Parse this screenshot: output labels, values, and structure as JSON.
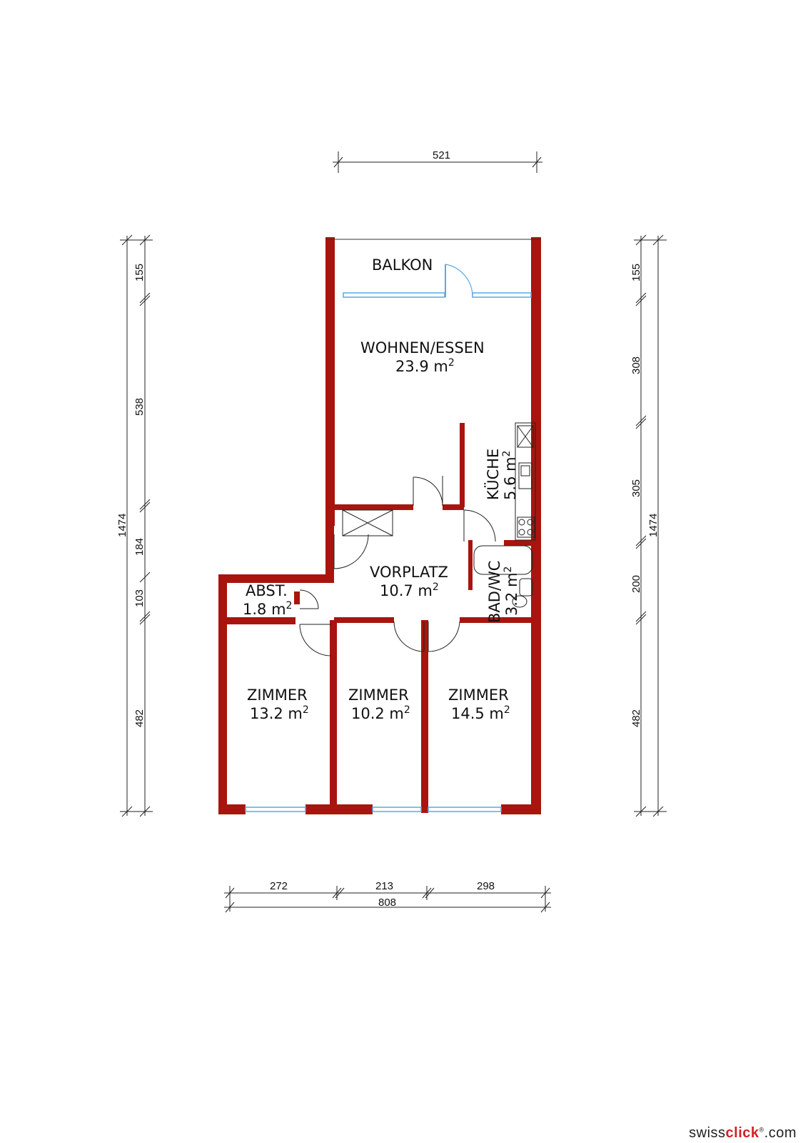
{
  "rooms": {
    "balkon": {
      "name": "BALKON"
    },
    "wohnen": {
      "name": "WOHNEN/ESSEN",
      "area": "23.9 m",
      "unit_sup": "2"
    },
    "kueche": {
      "name": "KÜCHE",
      "area": "5.6 m",
      "unit_sup": "2"
    },
    "vorplatz": {
      "name": "VORPLATZ",
      "area": "10.7 m",
      "unit_sup": "2"
    },
    "bad": {
      "name": "BAD/WC",
      "area": "3.2 m",
      "unit_sup": "2"
    },
    "abst": {
      "name": "ABST.",
      "area": "1.8 m",
      "unit_sup": "2"
    },
    "zimmer1": {
      "name": "ZIMMER",
      "area": "13.2 m",
      "unit_sup": "2"
    },
    "zimmer2": {
      "name": "ZIMMER",
      "area": "10.2 m",
      "unit_sup": "2"
    },
    "zimmer3": {
      "name": "ZIMMER",
      "area": "14.5 m",
      "unit_sup": "2"
    }
  },
  "dimensions": {
    "top": "521",
    "left_total": "1474",
    "left_155": "155",
    "left_538": "538",
    "left_184": "184",
    "left_103": "103",
    "left_482": "482",
    "right_total": "1474",
    "right_155": "155",
    "right_308": "308",
    "right_305": "305",
    "right_200": "200",
    "right_482": "482",
    "bottom_272": "272",
    "bottom_213": "213",
    "bottom_298": "298",
    "bottom_total": "808"
  },
  "colors": {
    "wall": "#a8150e",
    "window": "#5aa8e0"
  },
  "watermark": {
    "prefix": "swiss",
    "accent": "click",
    "suffix": ".com",
    "reg": "®"
  }
}
